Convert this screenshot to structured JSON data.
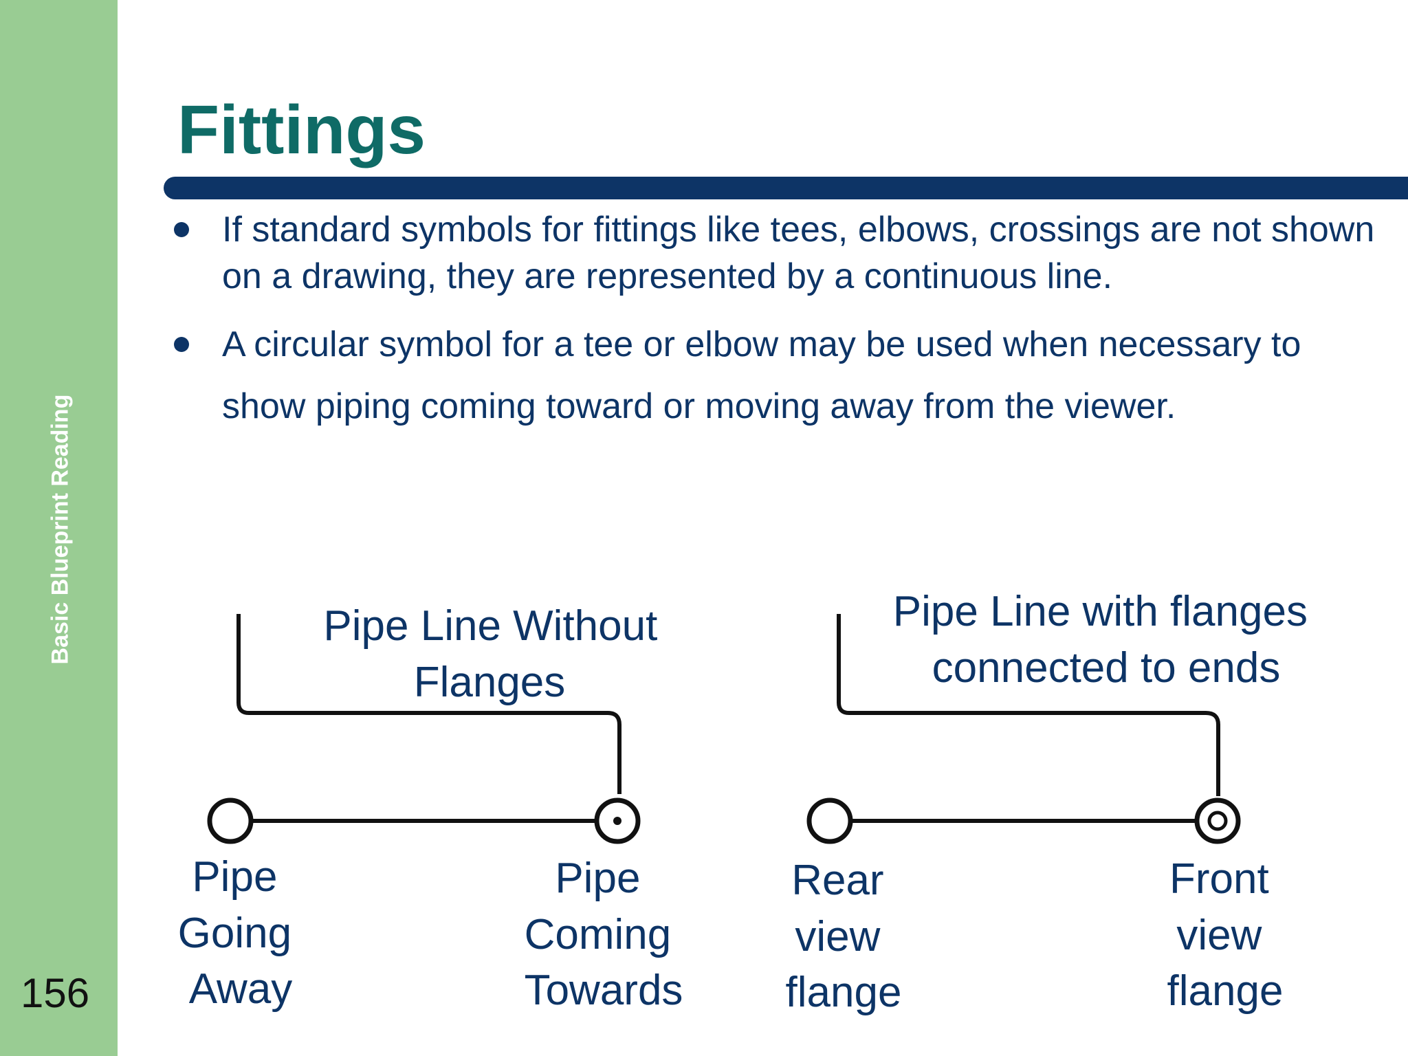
{
  "sidebar": {
    "label": "Basic Blueprint Reading"
  },
  "page_number": "156",
  "title": "Fittings",
  "bullets": [
    "If standard symbols for fittings like tees, elbows, crossings are not shown on a drawing, they are represented by a continuous line.",
    "A circular symbol for a tee or elbow may be used when necessary to  show piping  coming  toward  or moving away from the viewer."
  ],
  "diagram": {
    "left": {
      "caption": [
        "Pipe Line Without",
        "Flanges"
      ],
      "labels": [
        [
          "Pipe",
          "Going",
          "Away"
        ],
        [
          "Pipe",
          "Coming",
          "Towards"
        ]
      ]
    },
    "right": {
      "caption": [
        "Pipe Line with flanges",
        "connected to ends"
      ],
      "labels": [
        [
          "Rear",
          "view",
          "flange"
        ],
        [
          "Front",
          "view",
          "flange"
        ]
      ]
    },
    "line_color": "#111111",
    "text_color": "#0d3466"
  }
}
